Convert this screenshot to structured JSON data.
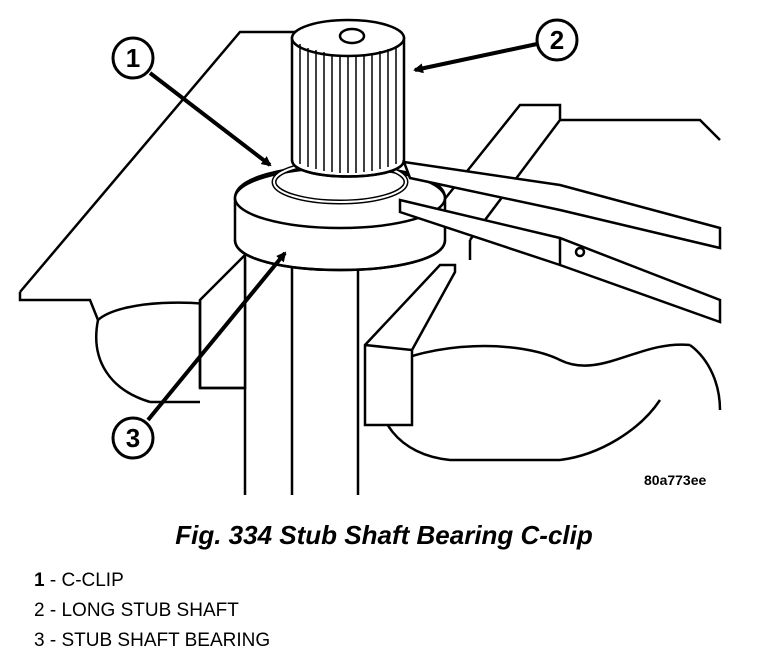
{
  "callouts": [
    {
      "number": "1"
    },
    {
      "number": "2"
    },
    {
      "number": "3"
    }
  ],
  "figure": {
    "ref_code": "80a773ee",
    "caption": "Fig. 334 Stub Shaft Bearing C-clip"
  },
  "legend": [
    {
      "number": "1",
      "label": "C-CLIP"
    },
    {
      "number": "2",
      "label": "LONG STUB SHAFT"
    },
    {
      "number": "3",
      "label": "STUB SHAFT BEARING"
    }
  ]
}
